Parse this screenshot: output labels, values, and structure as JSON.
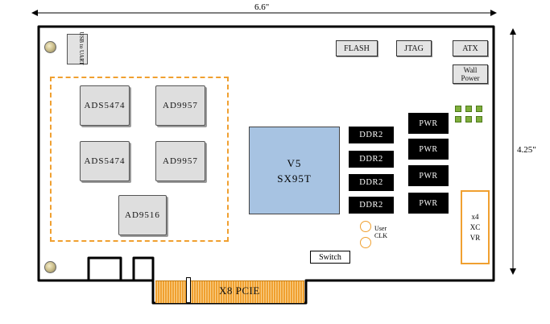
{
  "dimensions": {
    "width_label": "6.6\"",
    "height_label": "4.25\""
  },
  "chips": {
    "adc_top": "ADS5474",
    "dac_top": "AD9957",
    "adc_bottom": "ADS5474",
    "dac_bottom": "AD9957",
    "clock": "AD9516"
  },
  "usb_uart": {
    "line1": "USB",
    "line2": "to",
    "line3": "UART"
  },
  "connectors": {
    "flash": "FLASH",
    "jtag": "JTAG",
    "atx": "ATX",
    "wall_power_line1": "Wall",
    "wall_power_line2": "Power"
  },
  "fpga": {
    "line1": "V5",
    "line2": "SX95T"
  },
  "ddr": [
    "DDR2",
    "DDR2",
    "DDR2",
    "DDR2"
  ],
  "pwr": [
    "PWR",
    "PWR",
    "PWR",
    "PWR"
  ],
  "user_clk": {
    "line1": "User",
    "line2": "CLK"
  },
  "switch": "Switch",
  "xcvr": {
    "line1": "x4",
    "line2": "XC",
    "line3": "VR"
  },
  "pcie": "X8 PCIE",
  "colors": {
    "orange": "#f0a030",
    "fpga_blue": "#a7c3e2",
    "led_green": "#7fae3b"
  }
}
